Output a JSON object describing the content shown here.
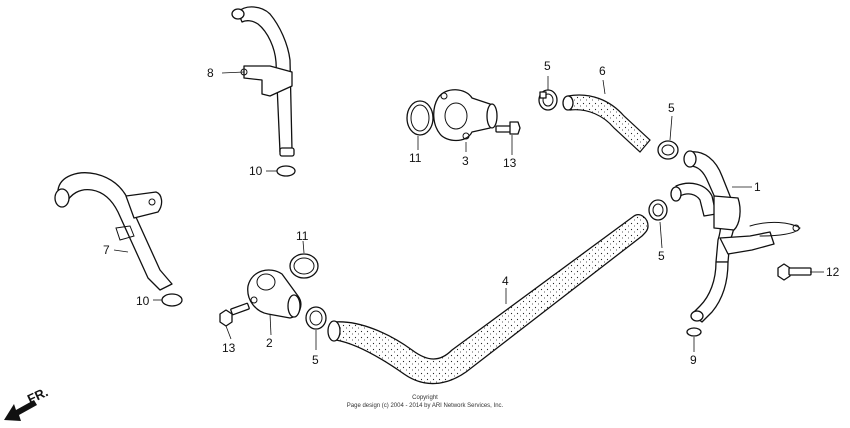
{
  "callouts": [
    {
      "id": "c8",
      "text": "8"
    },
    {
      "id": "c10a",
      "text": "10"
    },
    {
      "id": "c10b",
      "text": "10"
    },
    {
      "id": "c7",
      "text": "7"
    },
    {
      "id": "c11a",
      "text": "11"
    },
    {
      "id": "c3",
      "text": "3"
    },
    {
      "id": "c13a",
      "text": "13"
    },
    {
      "id": "c5a",
      "text": "5"
    },
    {
      "id": "c6",
      "text": "6"
    },
    {
      "id": "c5b",
      "text": "5"
    },
    {
      "id": "c1",
      "text": "1"
    },
    {
      "id": "c5c",
      "text": "5"
    },
    {
      "id": "c11b",
      "text": "11"
    },
    {
      "id": "c4",
      "text": "4"
    },
    {
      "id": "c13b",
      "text": "13"
    },
    {
      "id": "c2",
      "text": "2"
    },
    {
      "id": "c5d",
      "text": "5"
    },
    {
      "id": "c12",
      "text": "12"
    },
    {
      "id": "c9",
      "text": "9"
    }
  ],
  "copyright": {
    "line1": "Copyright",
    "line2": "Page design (c) 2004 - 2014 by ARI Network Services, Inc."
  },
  "direction": {
    "label": "FR."
  }
}
